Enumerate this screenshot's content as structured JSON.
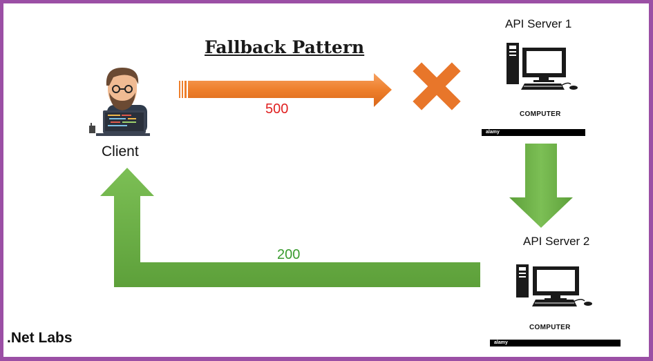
{
  "title": "Fallback Pattern",
  "client": {
    "label": "Client"
  },
  "request": {
    "status_code": "500"
  },
  "response": {
    "status_code": "200"
  },
  "server1": {
    "label": "API Server 1",
    "caption": "COMPUTER",
    "watermark": "alamy"
  },
  "server2": {
    "label": "API Server 2",
    "caption": "COMPUTER",
    "watermark": "alamy"
  },
  "brand": ".Net Labs",
  "colors": {
    "frame": "#9b4fa5",
    "orange_arrow": "#ee7f2b",
    "failure_x": "#e8762a",
    "green_arrow": "#6aaf45",
    "error_code": "#e01f1f",
    "success_code": "#3a9b2f"
  },
  "icons": [
    "developer-avatar-icon",
    "computer-icon",
    "failure-x-icon"
  ]
}
